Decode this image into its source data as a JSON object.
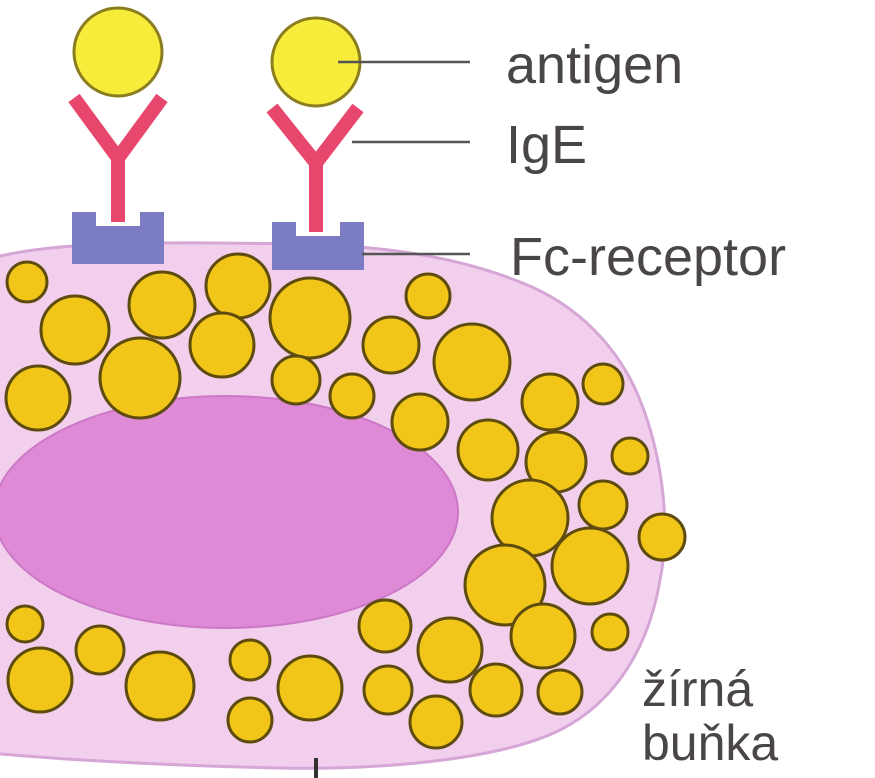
{
  "labels": {
    "antigen": "antigen",
    "ige": "IgE",
    "fc_receptor": "Fc-receptor",
    "cell_line1": "žírná",
    "cell_line2": "buňka"
  },
  "colors": {
    "cell_membrane": "#f3cfee",
    "cell_outline": "#d6a6d6",
    "nucleus": "#df8ad6",
    "granule_fill": "#f2c619",
    "granule_outline": "#5e4b0e",
    "antigen_fill": "#f7ec3a",
    "antigen_outline": "#8a7e1e",
    "ige": "#e8476d",
    "receptor": "#7b7cc4",
    "leader_line": "#555555",
    "label_text": "#4a4646"
  }
}
